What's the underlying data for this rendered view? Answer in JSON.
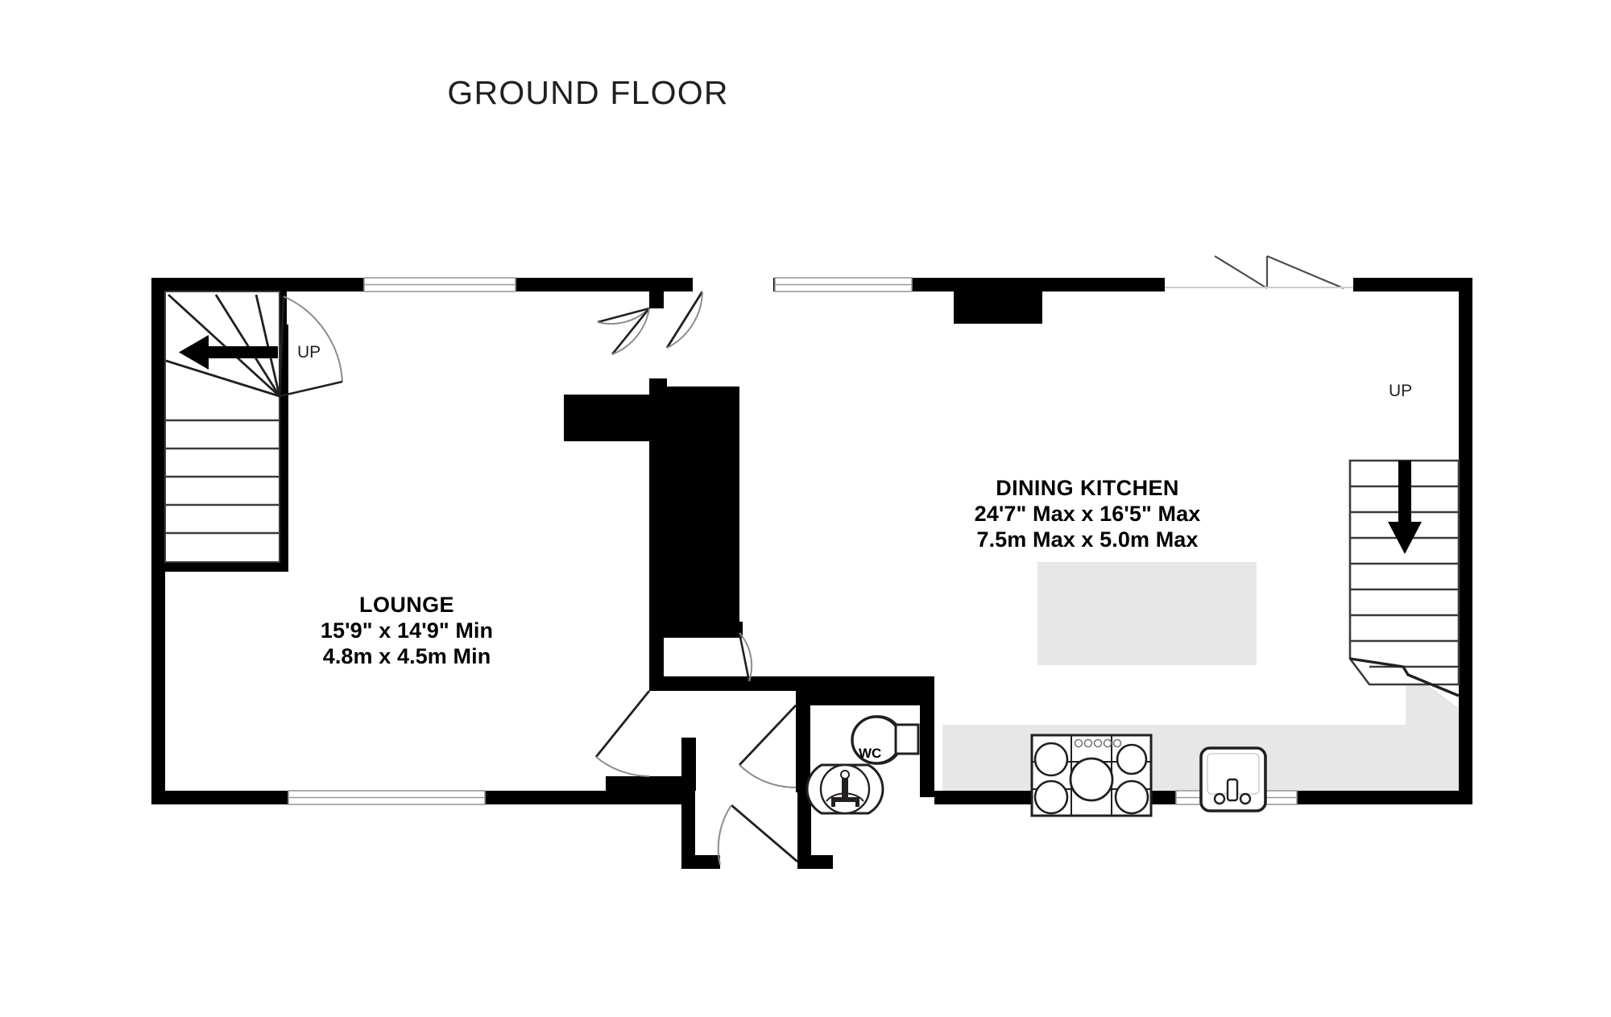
{
  "plan": {
    "title": "GROUND FLOOR",
    "type": "residential-floor-plan"
  },
  "rooms": [
    {
      "id": "lounge",
      "name": "LOUNGE",
      "dimensions_imperial": "15'9\"  x 14'9\" Min",
      "dimensions_metric": "4.8m  x 4.5m Min"
    },
    {
      "id": "dining-kitchen",
      "name": "DINING KITCHEN",
      "dimensions_imperial": "24'7\" Max x 16'5\" Max",
      "dimensions_metric": "7.5m Max x 5.0m Max"
    }
  ],
  "annotations": {
    "stairs_left_up": "UP",
    "stairs_right_up": "UP",
    "wc_label": "WC"
  },
  "fixtures": [
    {
      "name": "winder-staircase-left",
      "label": "UP"
    },
    {
      "name": "straight-staircase-right",
      "label": "UP"
    },
    {
      "name": "toilet",
      "label": ""
    },
    {
      "name": "wash-basin",
      "label": "WC"
    },
    {
      "name": "five-burner-hob",
      "label": ""
    },
    {
      "name": "kitchen-sink",
      "label": ""
    },
    {
      "name": "kitchen-island",
      "label": ""
    },
    {
      "name": "chimney-breast",
      "label": ""
    }
  ],
  "colors": {
    "wall": "#000000",
    "background": "#ffffff",
    "counter_fill": "#e7e7e7",
    "title_text": "#231f20",
    "label_text": "#000000",
    "door_arc": "#888888"
  }
}
